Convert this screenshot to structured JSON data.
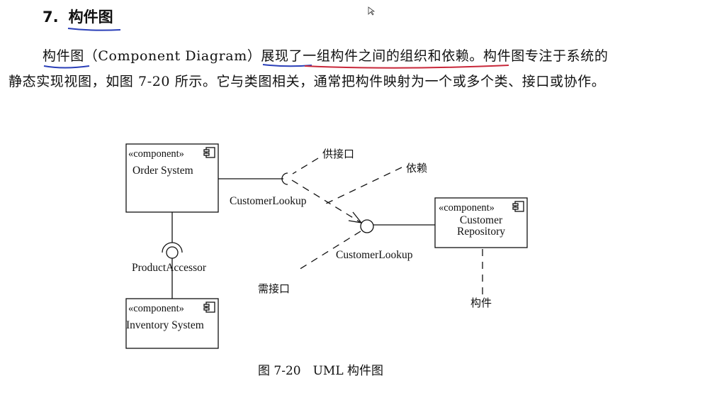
{
  "section": {
    "number": "7.",
    "title": "构件图"
  },
  "paragraph": {
    "line1": "构件图（Component Diagram）展现了一组构件之间的组织和依赖。构件图专注于系统的",
    "line2": "静态实现视图，如图 7-20 所示。它与类图相关，通常把构件映射为一个或多个类、接口或协作。"
  },
  "diagram": {
    "stereotype": "«component»",
    "components": {
      "order": "Order System",
      "inventory": "Inventory System",
      "customer_line1": "Customer",
      "customer_line2": "Repository"
    },
    "interfaces": {
      "provided_lookup": "CustomerLookup",
      "required_lookup": "CustomerLookup",
      "product": "ProductAccessor"
    },
    "annotations": {
      "provided": "供接口",
      "dependency": "依赖",
      "required": "需接口",
      "component": "构件"
    }
  },
  "caption": "图 7-20　UML 构件图",
  "colors": {
    "underline_blue": "#2a3fb8",
    "underline_red": "#c8283a"
  }
}
